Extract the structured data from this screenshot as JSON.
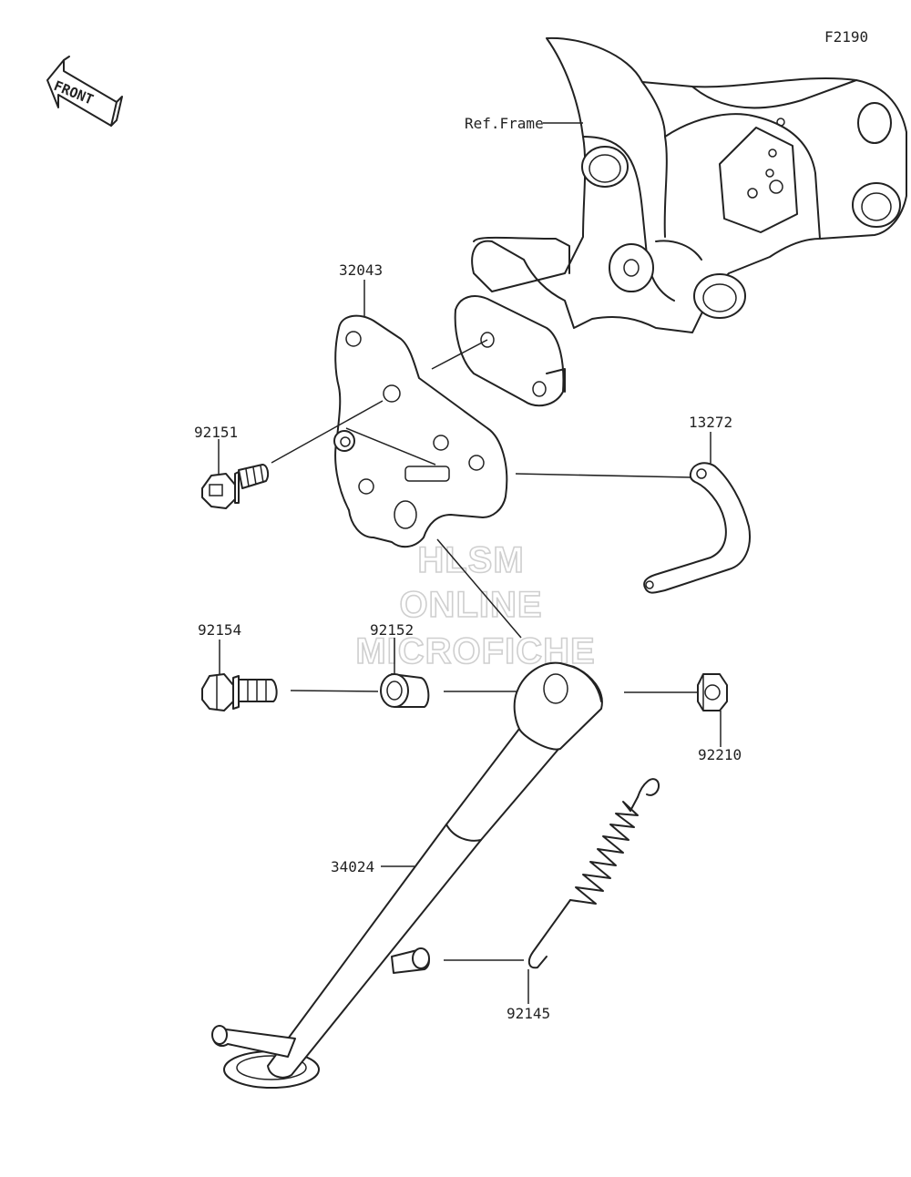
{
  "diagram_code": "F2190",
  "front_label": "FRONT",
  "ref_frame_label": "Ref.Frame",
  "parts": {
    "bracket": "32043",
    "bolt_bracket": "92151",
    "switch": "13272",
    "bolt_stand": "92154",
    "collar": "92152",
    "nut": "92210",
    "side_stand": "34024",
    "spring": "92145"
  },
  "watermark": {
    "line1": "HLSM",
    "line2": "ONLINE",
    "line3": "MICROFICHE"
  },
  "colors": {
    "ink": "#222222",
    "watermark_outline": "#cfcfcf",
    "background": "#ffffff"
  }
}
